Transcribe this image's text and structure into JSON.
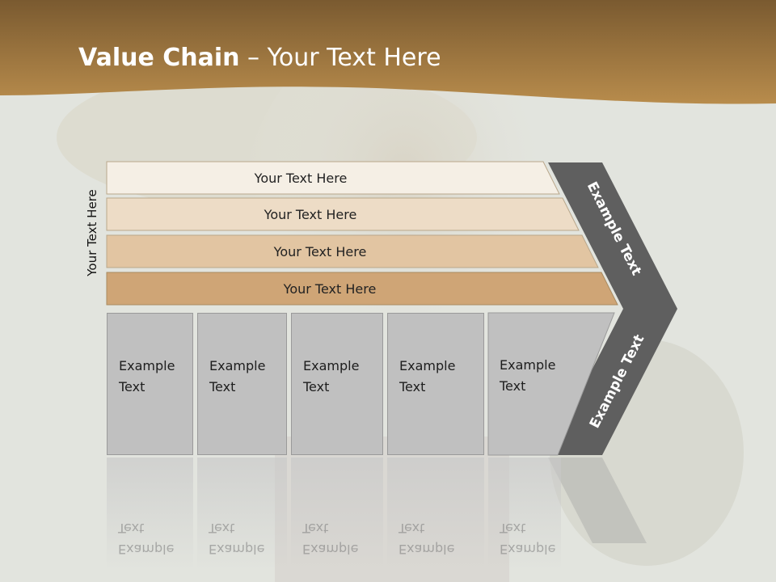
{
  "slide": {
    "title_bold": "Value Chain",
    "title_rest": " – Your Text Here",
    "side_label": "Your Text Here"
  },
  "bars": [
    {
      "label": "Your Text Here"
    },
    {
      "label": "Your Text Here"
    },
    {
      "label": "Your Text Here"
    },
    {
      "label": "Your Text Here"
    }
  ],
  "boxes": [
    {
      "label": "Example\nText"
    },
    {
      "label": "Example\nText"
    },
    {
      "label": "Example\nText"
    },
    {
      "label": "Example\nText"
    },
    {
      "label": "Example\nText"
    }
  ],
  "chevron": {
    "upper_label": "Example Text",
    "lower_label": "Example Text"
  },
  "colors": {
    "header": "#b08040",
    "bar1": "#f5efe5",
    "bar2": "#eddcc6",
    "bar3": "#e2c5a2",
    "bar4": "#cfa576",
    "chevron": "#5f5f5f",
    "box": "#c0c0c0"
  }
}
